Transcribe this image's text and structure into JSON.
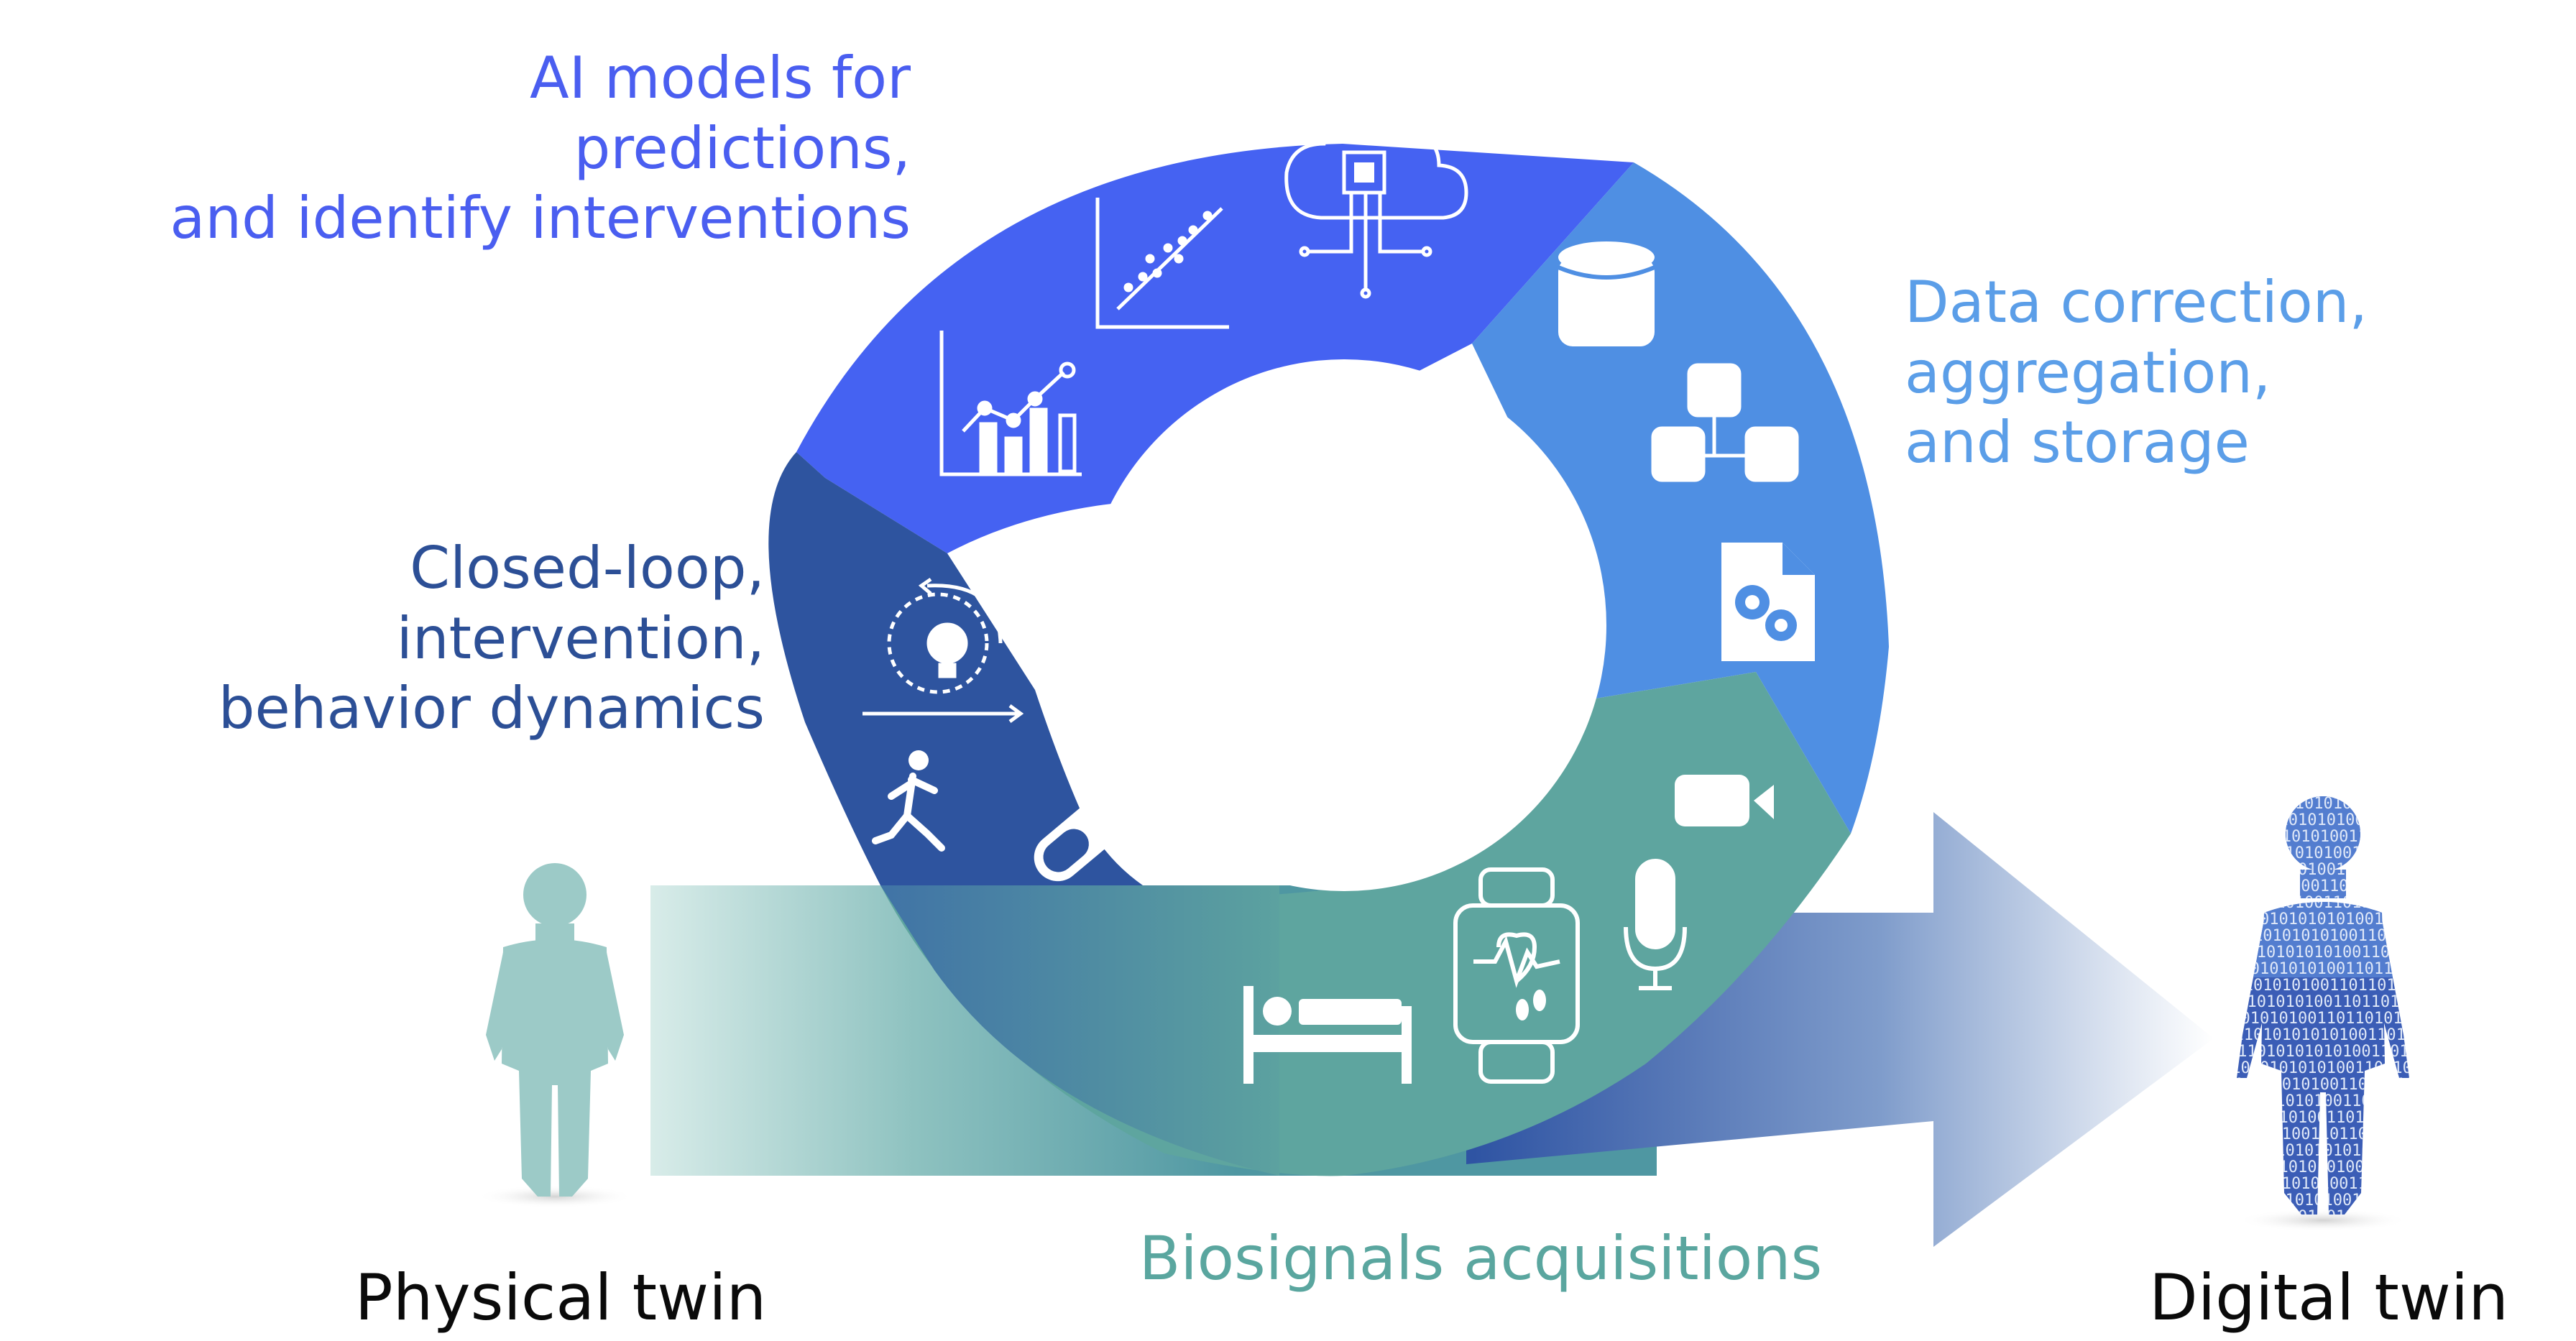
{
  "labels": {
    "ai_models": [
      "AI models for",
      "predictions,",
      "and identify interventions"
    ],
    "data_correction": [
      "Data correction,",
      "aggregation,",
      "and storage"
    ],
    "closed_loop": [
      "Closed-loop,",
      "intervention,",
      "behavior dynamics"
    ],
    "biosignals": "Biosignals acquisitions",
    "physical_twin": "Physical twin",
    "digital_twin": "Digital twin"
  },
  "binary_text": "10110101010101001101101010110",
  "colors": {
    "ai_segment": "#4562f2",
    "data_segment": "#4f8fe3",
    "loop_segment": "#2e549f",
    "bio_segment": "#5ea59f",
    "physical_twin": "#9ccac7",
    "digital_twin": "#3b5db6",
    "text_dark": "#0a0a0a"
  },
  "icons": {
    "ai_segment": [
      "cloud-chip-icon",
      "scatter-plot-icon",
      "bar-line-chart-icon"
    ],
    "data_segment": [
      "database-icon",
      "database-network-icon",
      "gear-document-icon"
    ],
    "loop_segment": [
      "lightbulb-cycle-icon",
      "running-person-icon",
      "pill-icon"
    ],
    "bio_segment": [
      "video-camera-icon",
      "microphone-icon",
      "smartwatch-icon",
      "bed-icon"
    ]
  }
}
